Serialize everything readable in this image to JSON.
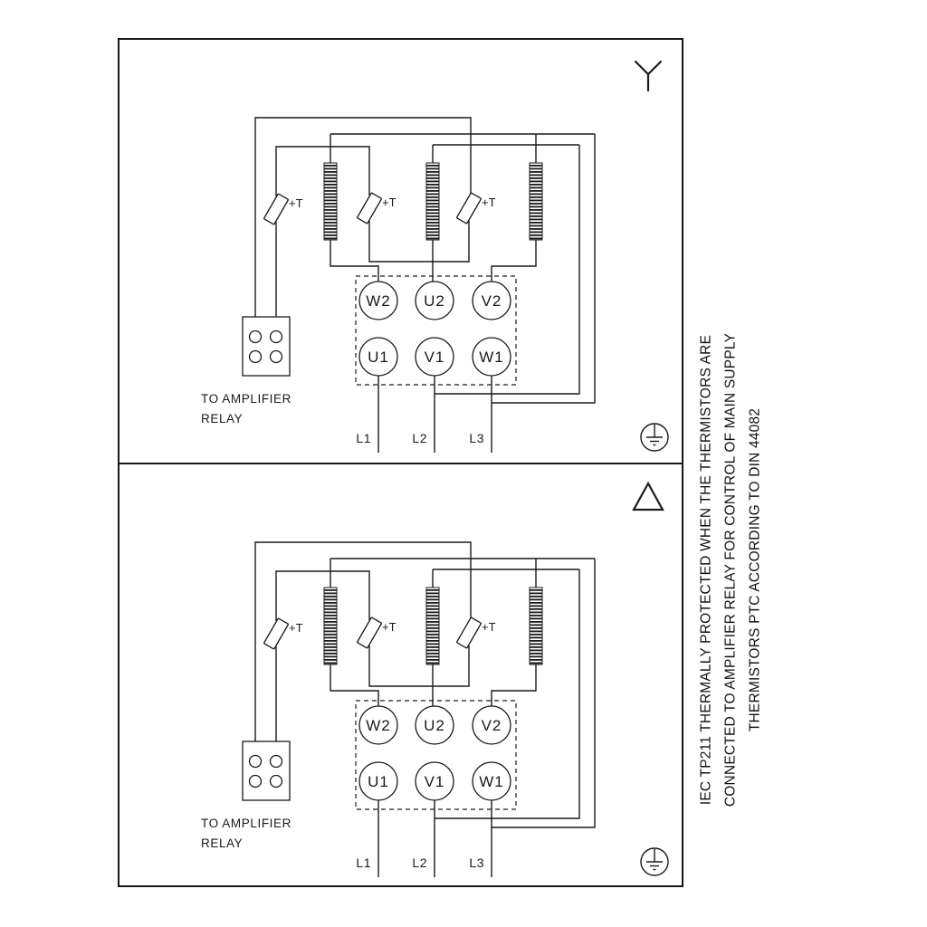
{
  "colors": {
    "line": "#1a1a1a",
    "background": "#ffffff"
  },
  "side_note": {
    "line1": "IEC TP211 THERMALLY PROTECTED WHEN THE THERMISTORS ARE",
    "line2": "CONNECTED TO AMPLIFIER RELAY FOR CONTROL OF MAIN SUPPLY",
    "line3": "THERMISTORS PTC ACCORDING TO DIN 44082"
  },
  "panels": [
    {
      "name": "star",
      "symbol_icon": "wye-icon",
      "earth_icon": "earth-icon",
      "thermistor_label": "+T",
      "terminals_top": [
        "W2",
        "U2",
        "V2"
      ],
      "terminals_bottom": [
        "U1",
        "V1",
        "W1"
      ],
      "relay_note_line1": "TO AMPLIFIER",
      "relay_note_line2": "RELAY",
      "phase_labels": [
        "L1",
        "L2",
        "L3"
      ]
    },
    {
      "name": "delta",
      "symbol_icon": "delta-icon",
      "earth_icon": "earth-icon",
      "thermistor_label": "+T",
      "terminals_top": [
        "W2",
        "U2",
        "V2"
      ],
      "terminals_bottom": [
        "U1",
        "V1",
        "W1"
      ],
      "relay_note_line1": "TO AMPLIFIER",
      "relay_note_line2": "RELAY",
      "phase_labels": [
        "L1",
        "L2",
        "L3"
      ]
    }
  ]
}
